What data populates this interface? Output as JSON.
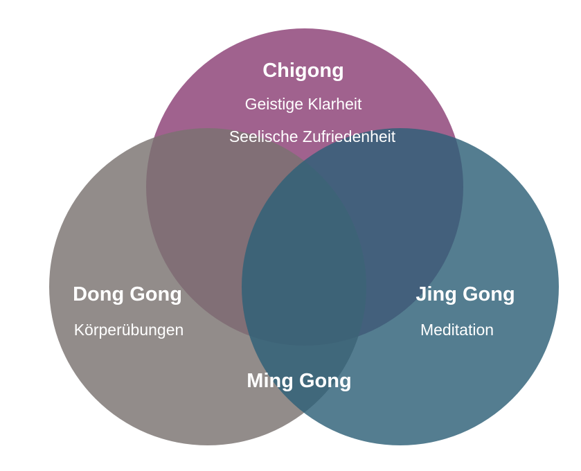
{
  "circles": [
    {
      "key": "chigong",
      "title": "Chigong",
      "lines": [
        "Geistige Klarheit",
        "Seelische Zufriedenheit"
      ],
      "color": "#8b3f75"
    },
    {
      "key": "dong_gong",
      "title": "Dong Gong",
      "lines": [
        "Körperübungen"
      ],
      "color": "#7a7370"
    },
    {
      "key": "jing_gong",
      "title": "Jing Gong",
      "lines": [
        "Meditation"
      ],
      "color": "#2e6078"
    }
  ],
  "center": {
    "title": "Ming Gong"
  }
}
